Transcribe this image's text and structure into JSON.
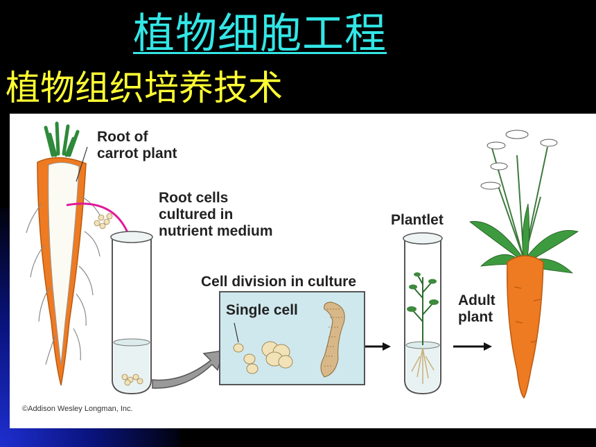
{
  "slide": {
    "title": "植物细胞工程",
    "subtitle": "植物组织培养技术"
  },
  "figure": {
    "labels": {
      "root_of_carrot": "Root of\ncarrot plant",
      "root_cells_cultured": "Root cells\ncultured in\nnutrient medium",
      "plantlet": "Plantlet",
      "cell_division": "Cell division in culture",
      "single_cell": "Single cell",
      "adult_plant": "Adult\nplant"
    },
    "credit": "©Addison Wesley Longman, Inc."
  },
  "colors": {
    "title": "#33e6e6",
    "subtitle": "#ffff33",
    "carrot": "#ee7a22",
    "leaf": "#2e8a3a",
    "arrow_pink": "#e0199a"
  }
}
